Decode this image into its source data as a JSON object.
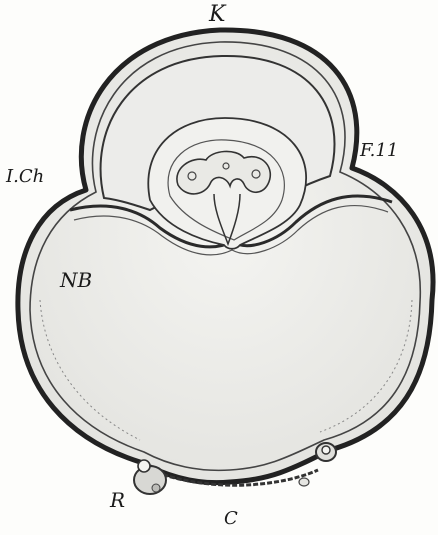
{
  "labels": {
    "k": "K",
    "fa": "F.11",
    "ich": "I.Ch",
    "nb": "NB",
    "r": "R",
    "c": "C"
  },
  "colors": {
    "background": "#fdfdfb",
    "outline": "#222222",
    "fill_light": "#f2f2ef",
    "fill_shade": "#e6e6e2"
  }
}
